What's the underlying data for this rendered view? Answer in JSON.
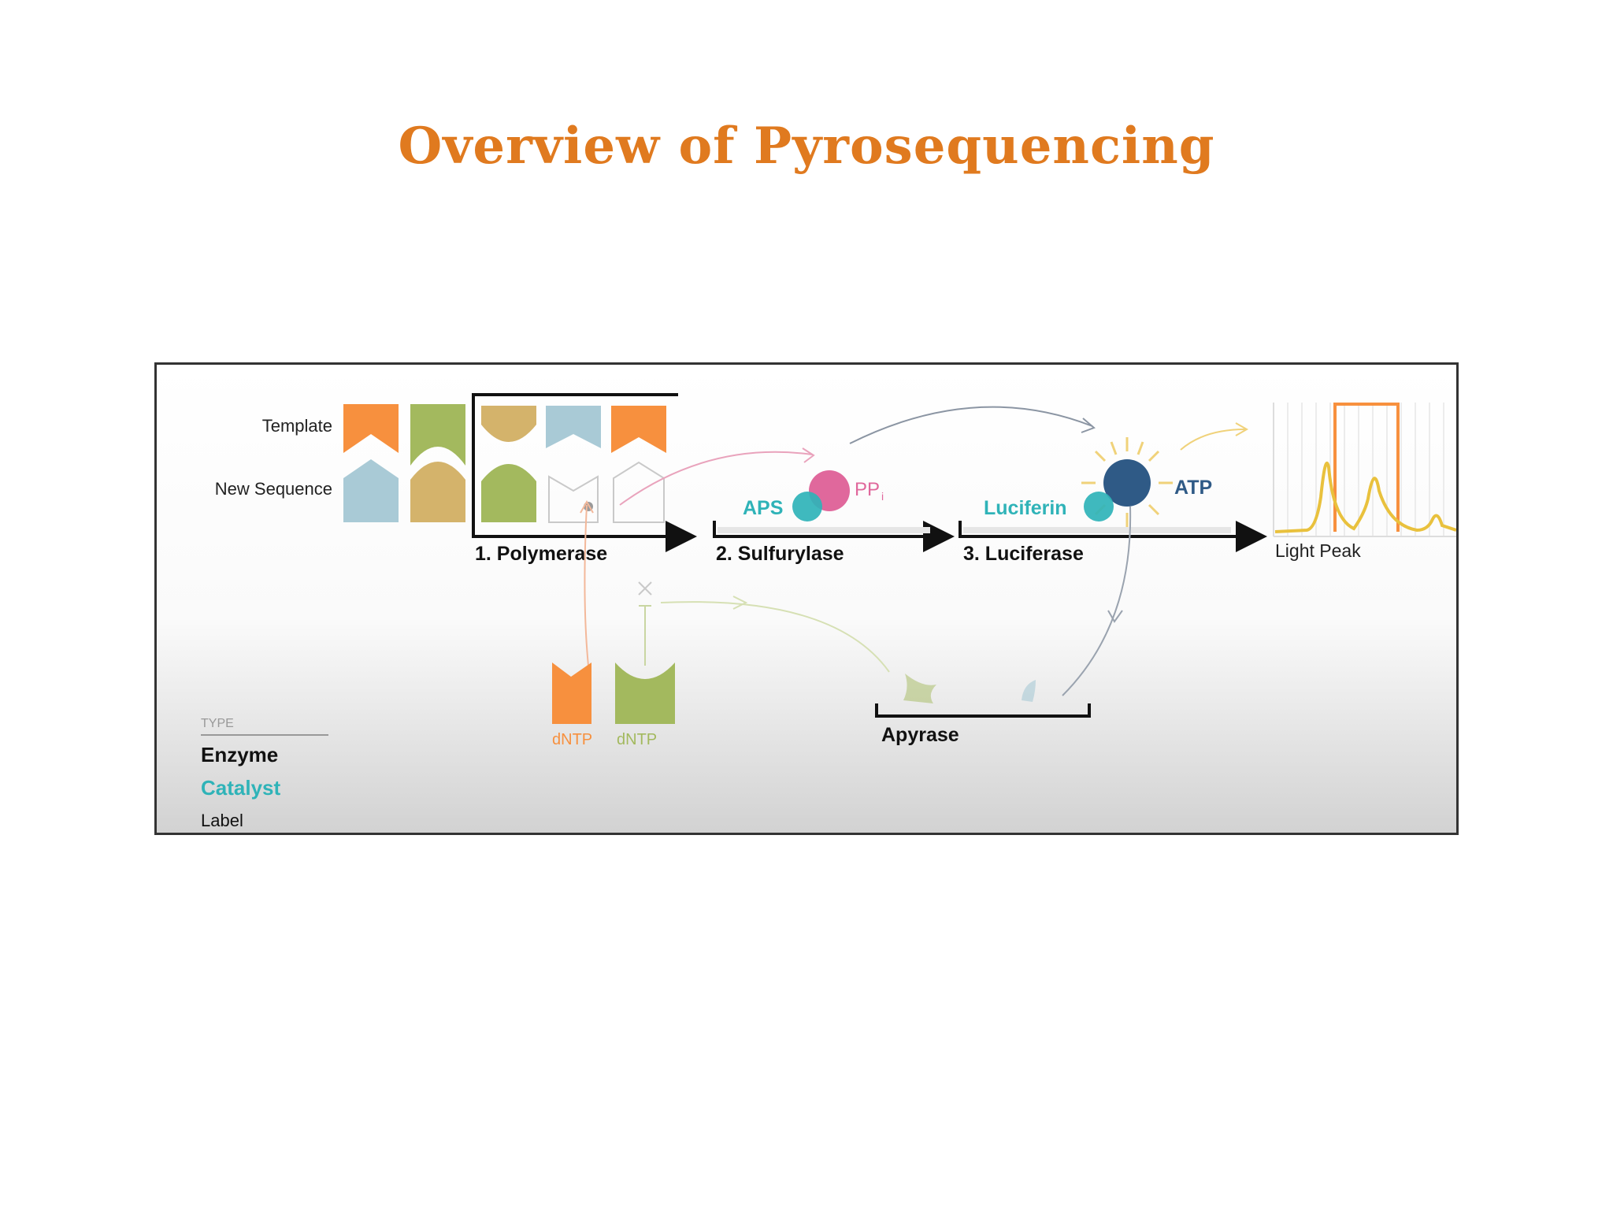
{
  "title": "Overview of Pyrosequencing",
  "diagram": {
    "row_labels": {
      "template": "Template",
      "new_sequence": "New Sequence"
    },
    "steps": [
      {
        "label": "1. Polymerase"
      },
      {
        "label": "2. Sulfurylase"
      },
      {
        "label": "3. Luciferase"
      }
    ],
    "molecules": {
      "aps": "APS",
      "ppi": "PP",
      "ppi_sub": "i",
      "luciferin": "Luciferin",
      "atp": "ATP"
    },
    "light_peak": "Light Peak",
    "dntp_labels": [
      "dNTP",
      "dNTP"
    ],
    "apyrase": "Apyrase",
    "legend": {
      "heading": "TYPE",
      "items": [
        "Enzyme",
        "Catalyst",
        "Label"
      ]
    },
    "colors": {
      "title": "#e07a1f",
      "orange": "#f7903e",
      "green": "#a3b95e",
      "blue": "#a9cad6",
      "gold": "#d4b36b",
      "teal": "#2fb3b8",
      "pink": "#e0689c",
      "navy": "#2f5a86",
      "yellow": "#e9c13d"
    }
  }
}
